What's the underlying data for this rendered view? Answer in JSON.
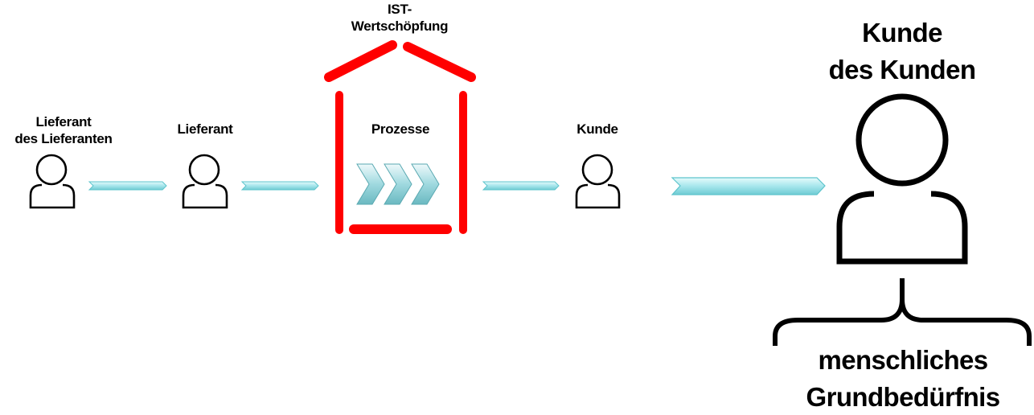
{
  "nodes": {
    "lieferant_des_lieferanten": {
      "line1": "Lieferant",
      "line2": "des Lieferanten"
    },
    "lieferant": {
      "label": "Lieferant"
    },
    "ist_wertschoepfung": {
      "line1": "IST-",
      "line2": "Wertschöpfung"
    },
    "prozesse": {
      "label": "Prozesse"
    },
    "kunde": {
      "label": "Kunde"
    },
    "kunde_des_kunden": {
      "line1": "Kunde",
      "line2": "des Kunden"
    },
    "grundbeduerfnis": {
      "line1": "menschliches",
      "line2": "Grundbedürfnis"
    }
  },
  "colors": {
    "house": "#ff0000",
    "arrow_fill": "#bfeff2",
    "arrow_edge": "#5ec4cc",
    "chevron_fill": "#a9dde3",
    "stroke": "#000000"
  },
  "icons": [
    "person-icon",
    "arrow-icon",
    "chevron-icon",
    "house-outline",
    "curly-brace"
  ]
}
